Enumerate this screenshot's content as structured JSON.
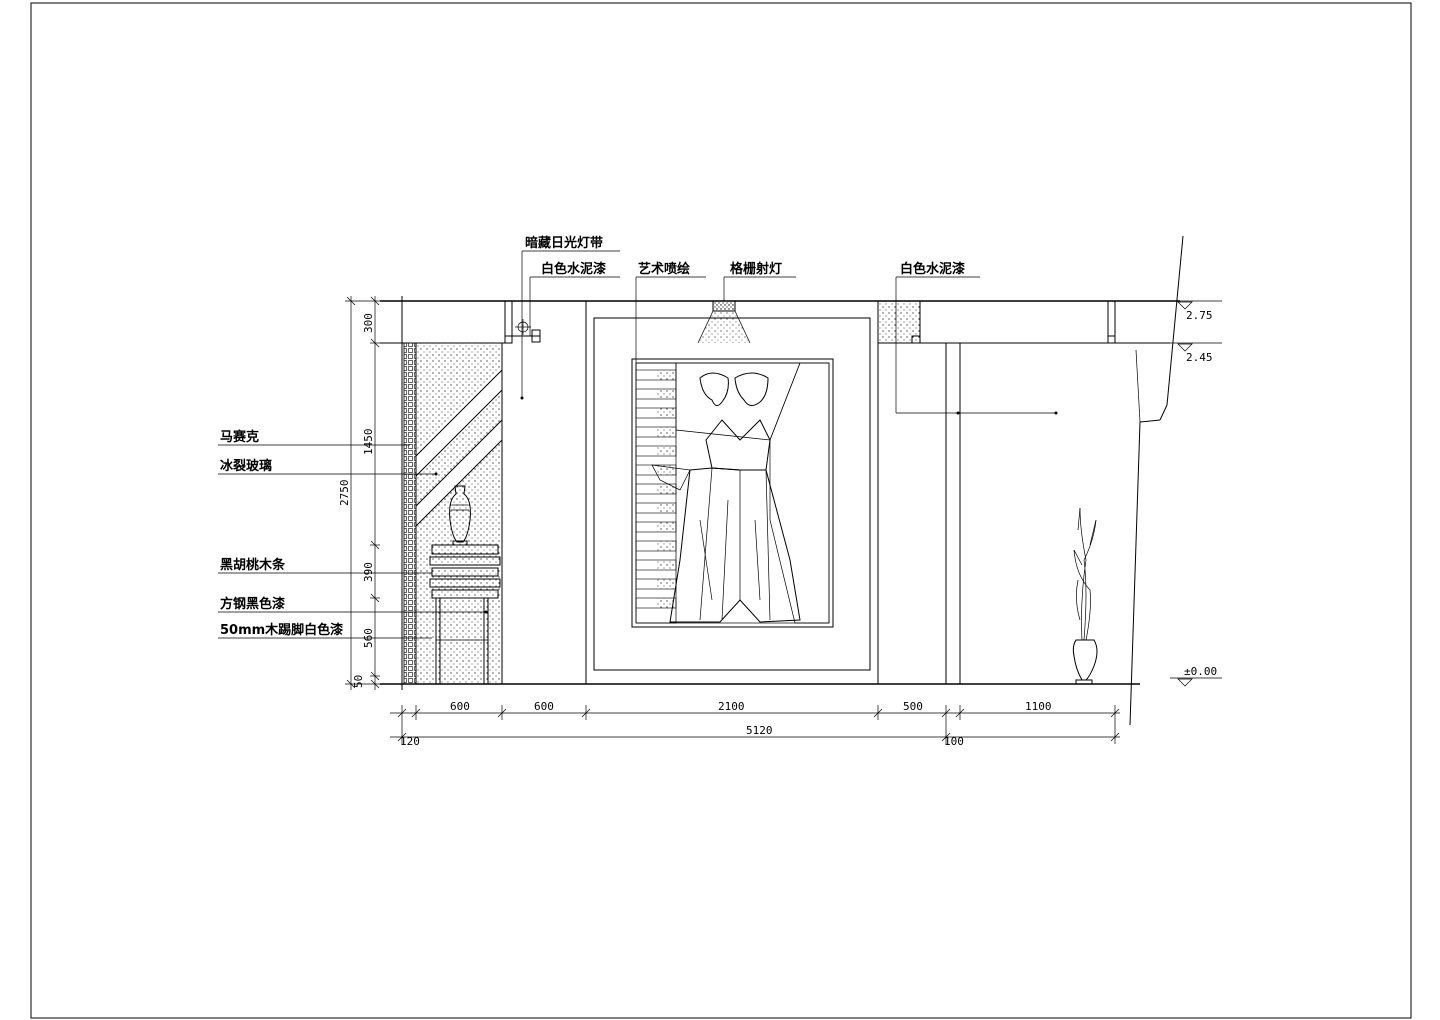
{
  "drawing": {
    "callouts_top": {
      "hidden_light": "暗藏日光灯带",
      "white_paint_left": "白色水泥漆",
      "art_painting": "艺术喷绘",
      "grille_light": "格栅射灯",
      "white_paint_right": "白色水泥漆"
    },
    "callouts_left": {
      "mosaic": "马赛克",
      "crackle_glass": "冰裂玻璃",
      "walnut_strip": "黑胡桃木条",
      "steel_black": "方钢黑色漆",
      "skirting": "50mm木踢脚白色漆"
    },
    "levels": {
      "ceiling_top": "2.75",
      "ceiling_bottom": "2.45",
      "floor": "±0.00"
    },
    "vertical_dims": {
      "d300": "300",
      "d1450": "1450",
      "d2750": "2750",
      "d390": "390",
      "d560": "560",
      "d50": "50"
    },
    "horizontal_dims": {
      "d120": "120",
      "d600a": "600",
      "d600b": "600",
      "d2100": "2100",
      "d500": "500",
      "d1100": "1100",
      "total": "5120",
      "d100": "100"
    }
  }
}
